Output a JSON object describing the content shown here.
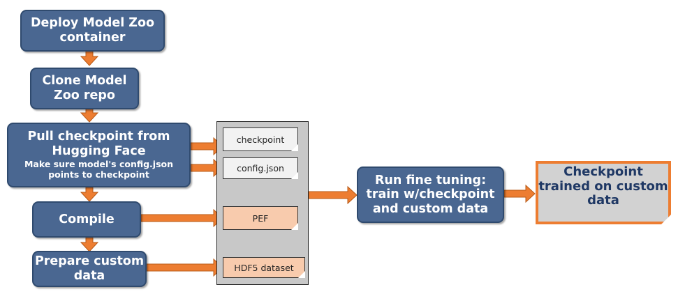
{
  "steps": {
    "deploy": "Deploy Model Zoo container",
    "clone": "Clone Model Zoo repo",
    "pull": {
      "title": "Pull checkpoint from Hugging Face",
      "note": "Make sure model's config.json points to checkpoint"
    },
    "compile": "Compile",
    "prepare": "Prepare custom data",
    "finetune": "Run fine tuning: train w/checkpoint and custom data"
  },
  "files": {
    "checkpoint": "checkpoint",
    "config": "config.json",
    "pef": "PEF",
    "hdf5": "HDF5 dataset"
  },
  "result": "Checkpoint trained on custom data",
  "colors": {
    "step_fill": "#4a6791",
    "arrow": "#ed7d31",
    "panel": "#c8c8c8",
    "generated_file": "#f8cbad"
  }
}
